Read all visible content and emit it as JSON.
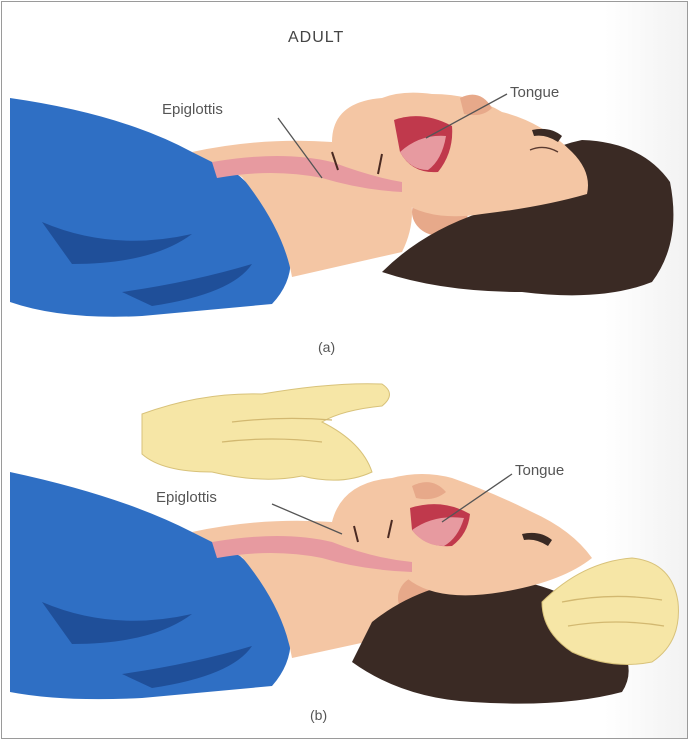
{
  "title": "ADULT",
  "panels": [
    {
      "caption": "(a)",
      "labels": {
        "epiglottis": "Epiglottis",
        "tongue": "Tongue"
      }
    },
    {
      "caption": "(b)",
      "labels": {
        "epiglottis": "Epiglottis",
        "tongue": "Tongue"
      }
    }
  ],
  "colors": {
    "shirt": "#2f6fc4",
    "shirt_shadow": "#1f4f99",
    "skin": "#f4c6a4",
    "skin_shadow": "#e7a98a",
    "airway": "#e79aa0",
    "mouth": "#c0394c",
    "hair": "#3a2a24",
    "hand": "#f6e6a6"
  }
}
